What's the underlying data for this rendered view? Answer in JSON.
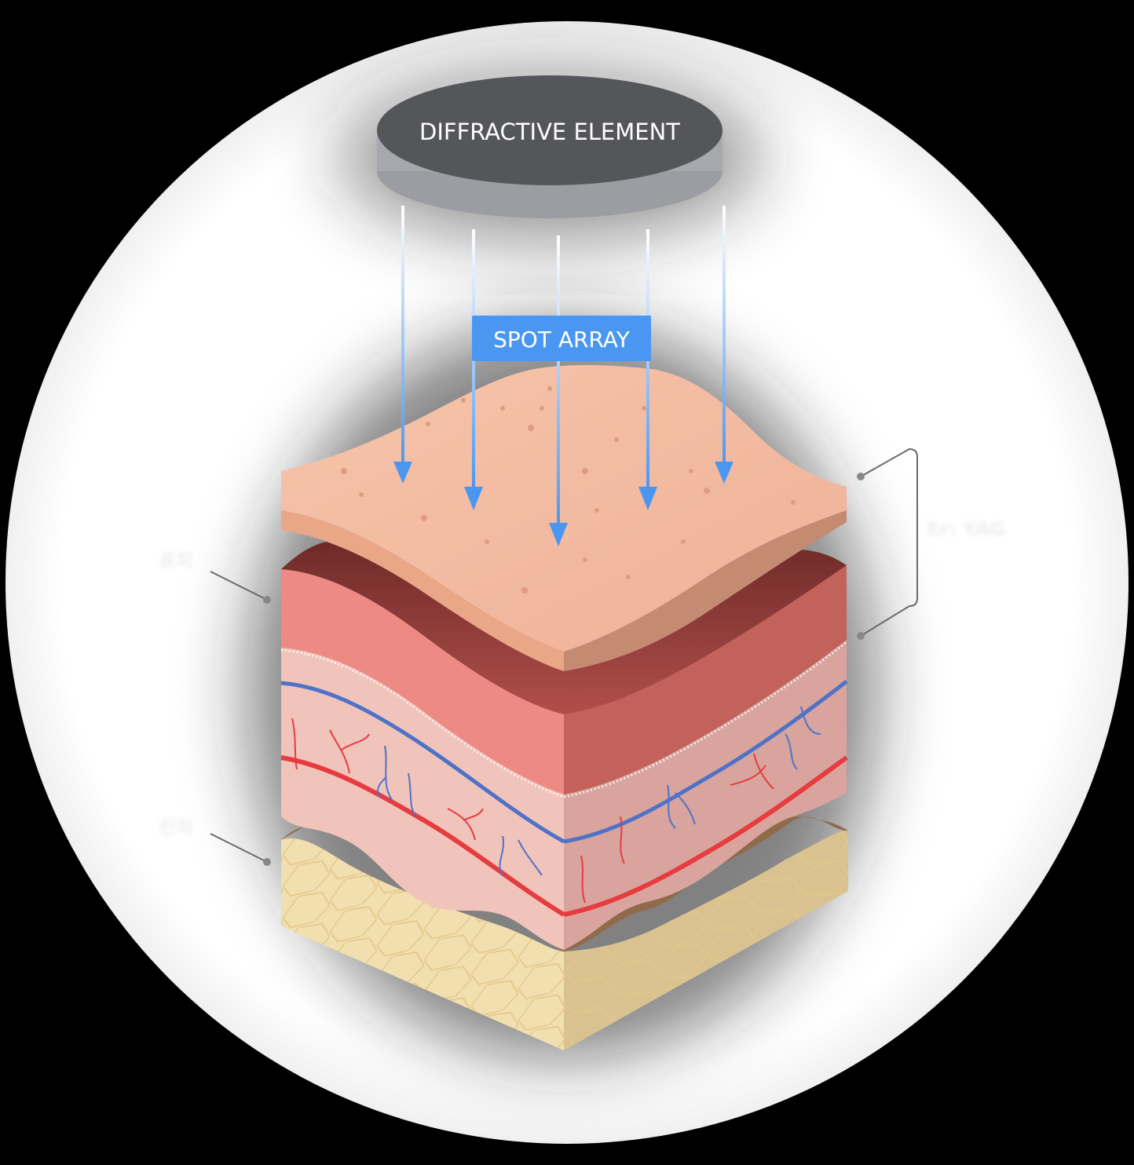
{
  "diagram": {
    "element_label": "DIFFRACTIVE ELEMENT",
    "spot_label": "SPOT ARRAY",
    "laser_label": "Er: YAG",
    "layer_labels": {
      "epidermis": "표피",
      "dermis": "진피"
    }
  },
  "colors": {
    "element_top": "#55565a",
    "element_side": "#a7a8ad",
    "beam": "#4a97f2",
    "spot_box": "#4a97f2",
    "skin_top": "#f1b99f",
    "skin_side": "#c48a72",
    "epidermis_front": "#ee8a84",
    "epidermis_side": "#c2625b",
    "dermis_front": "#f1c4bb",
    "dermis_side": "#d8a49d",
    "vein": "#4f72c7",
    "artery": "#e63c40",
    "fat_top": "#8f6b4c",
    "fat_front": "#f2dfb0",
    "fat_side": "#d9c290"
  }
}
